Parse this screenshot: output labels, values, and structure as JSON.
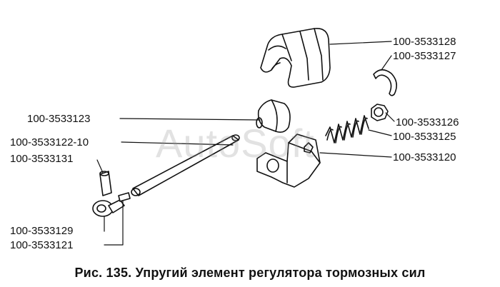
{
  "figure": {
    "caption": "Рис. 135. Упругий элемент регулятора тормозных сил",
    "watermark": "AutoSoft"
  },
  "parts": [
    {
      "id": "p128",
      "label": "100-3533128"
    },
    {
      "id": "p127",
      "label": "100-3533127"
    },
    {
      "id": "p126",
      "label": "100-3533126"
    },
    {
      "id": "p125",
      "label": "100-3533125"
    },
    {
      "id": "p120",
      "label": "100-3533120"
    },
    {
      "id": "p123",
      "label": "100-3533123"
    },
    {
      "id": "p122",
      "label": "100-3533122-10"
    },
    {
      "id": "p131",
      "label": "100-3533131"
    },
    {
      "id": "p129",
      "label": "100-3533129"
    },
    {
      "id": "p121",
      "label": "100-3533121"
    }
  ],
  "style": {
    "line_color": "#111111",
    "background": "#ffffff"
  }
}
